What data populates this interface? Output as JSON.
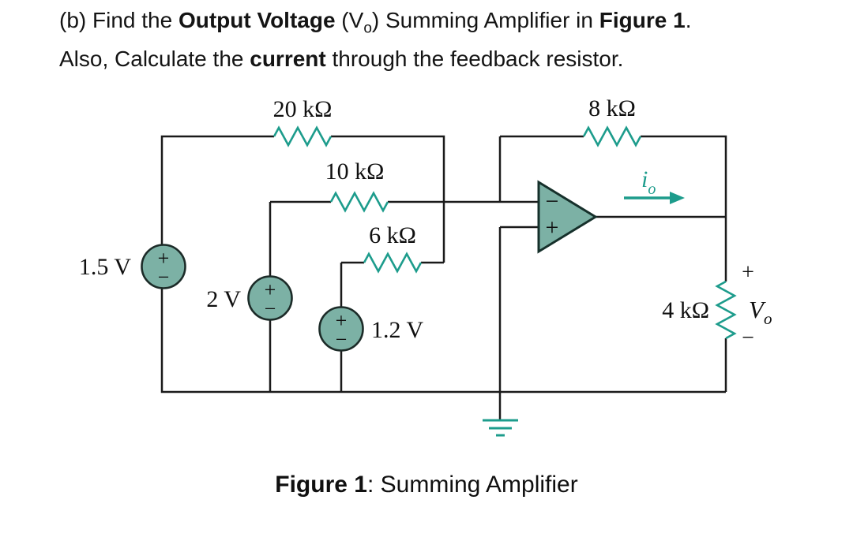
{
  "question": {
    "line1": {
      "prefix": "(b) Find the ",
      "bold1": "Output Voltage",
      "mid1": " (V",
      "sub": "o",
      "mid2": ") Summing Amplifier in ",
      "bold2": "Figure 1",
      "suffix": "."
    },
    "line2": {
      "prefix": "Also, Calculate the ",
      "bold": "current",
      "suffix": " through the feedback resistor."
    }
  },
  "circuit": {
    "resistor_20k_label": "20 kΩ",
    "resistor_10k_label": "10 kΩ",
    "resistor_6k_label": "6 kΩ",
    "resistor_8k_label": "8 kΩ",
    "resistor_4k_label": "4 kΩ",
    "source_1v5_label": "1.5 V",
    "source_2v_label": "2 V",
    "source_1v2_label": "1.2 V",
    "source_plus": "+",
    "source_minus": "−",
    "opamp_inverting_label": "−",
    "opamp_noninverting_label": "+",
    "feedback_current_main": "i",
    "feedback_current_sub": "o",
    "output_plus": "+",
    "output_voltage_main": "V",
    "output_voltage_sub": "o",
    "output_minus": "−",
    "colors": {
      "teal": "#1d9c8c",
      "component_fill": "#7cb1a5",
      "component_stroke": "#1c2b28",
      "wire": "#1a1a1a"
    }
  },
  "caption": {
    "bold": "Figure 1",
    "rest": ": Summing Amplifier"
  }
}
